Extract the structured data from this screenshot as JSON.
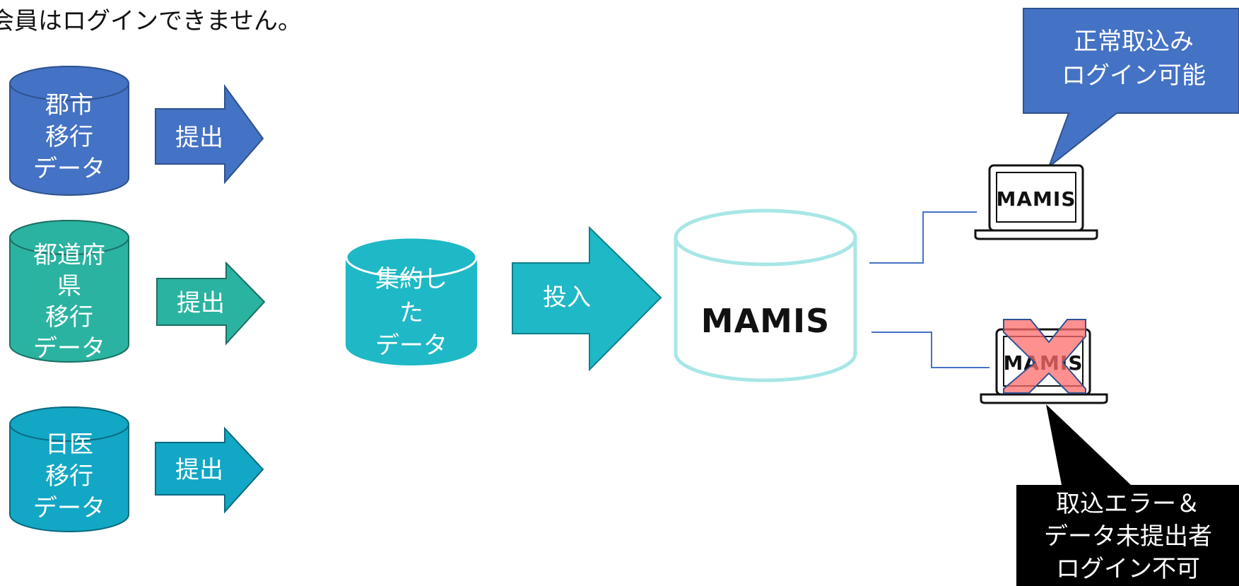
{
  "heading": "会員はログインできません。",
  "sources": [
    {
      "line1": "郡市",
      "line2": "移行",
      "line3": "データ",
      "arrow_label": "提出"
    },
    {
      "line1": "都道府",
      "line2": "県",
      "line3": "移行",
      "line4": "データ",
      "arrow_label": "提出"
    },
    {
      "line1": "日医",
      "line2": "移行",
      "line3": "データ",
      "arrow_label": "提出"
    }
  ],
  "aggregated": {
    "line1": "集約し",
    "line2": "た",
    "line3": "データ"
  },
  "import_arrow_label": "投入",
  "central_db_logo": "MAMIS",
  "laptop_ok": {
    "logo": "MAMIS"
  },
  "laptop_ng": {
    "logo": "MAMIS"
  },
  "callout_ok": {
    "line1": "正常取込み",
    "line2": "ログイン可能"
  },
  "callout_ng": {
    "line1": "取込エラー＆",
    "line2": "データ未提出者",
    "line3": "ログイン不可"
  },
  "colors": {
    "blue": "#4472c4",
    "teal_green": "#2ab3a0",
    "cyan": "#1fb8c6",
    "sky": "#12a7c4",
    "db_outline": "#a8e6e6",
    "line": "#4472c4",
    "cross": "#ff6b6b"
  }
}
